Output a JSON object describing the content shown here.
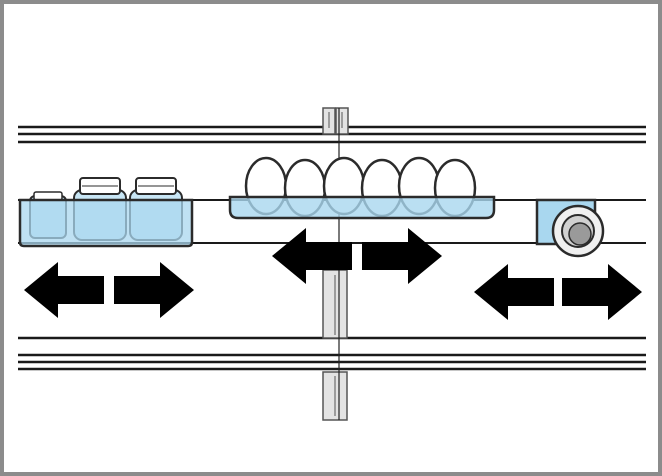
{
  "colors": {
    "frame": "#8c8c8c",
    "shelf_rail": "#1a1a1a",
    "container_fill": "#a9d7ef",
    "container_stroke": "#2b2b2b",
    "egg_fill": "#ffffff",
    "arrow_fill": "#000000",
    "bracket_fill": "#e3e3e3",
    "bracket_stroke": "#555555"
  },
  "items": [
    {
      "id": "jar-tray",
      "icon": "jar-tray-icon",
      "contents": "jars"
    },
    {
      "id": "egg-tray",
      "icon": "egg-tray-icon",
      "contents": "eggs"
    },
    {
      "id": "can-holder",
      "icon": "can-holder-icon",
      "contents": "can"
    }
  ],
  "arrows": [
    {
      "id": "left",
      "icon": "double-arrow-icon",
      "direction": "horizontal"
    },
    {
      "id": "middle",
      "icon": "double-arrow-icon",
      "direction": "horizontal"
    },
    {
      "id": "right",
      "icon": "double-arrow-icon",
      "direction": "horizontal"
    }
  ]
}
